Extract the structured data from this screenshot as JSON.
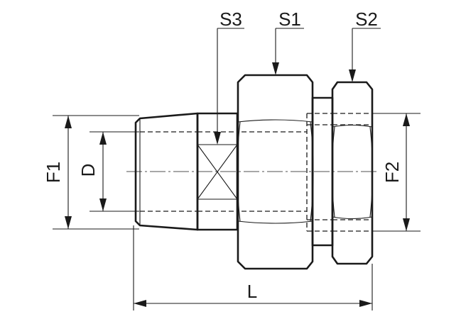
{
  "labels": {
    "s3": "S3",
    "s1": "S1",
    "s2": "S2",
    "f1": "F1",
    "d": "D",
    "f2": "F2",
    "l": "L"
  },
  "colors": {
    "ink": "#1a1a1a",
    "background": "#ffffff"
  }
}
